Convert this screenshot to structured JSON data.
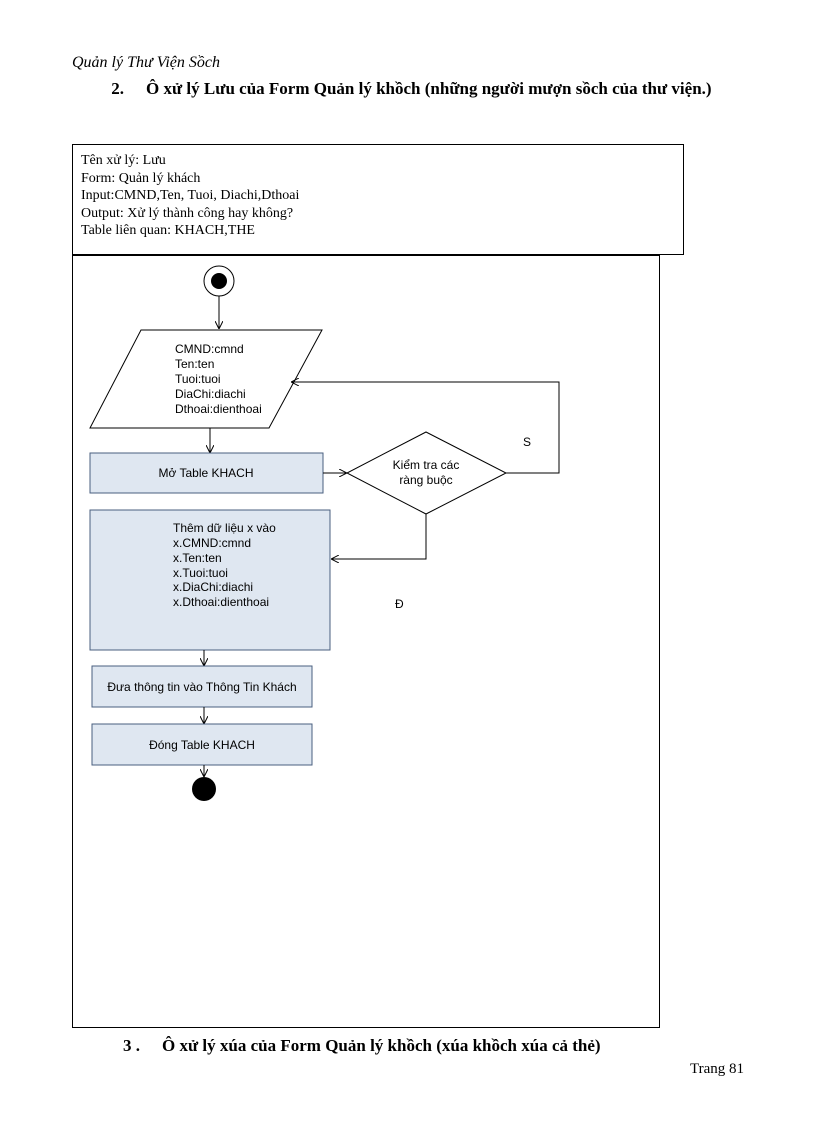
{
  "header": {
    "title": "Quản lý Thư Viện Sồch"
  },
  "section2": {
    "number": "2.",
    "title": "Ô xử lý Lưu của Form Quản lý khồch (những người mượn sồch của thư viện.)"
  },
  "info": {
    "line1": "Tên xử lý:  Lưu",
    "line2": "Form:  Quản lý  khách",
    "line3": "Input:CMND,Ten,  Tuoi,  Diachi,Dthoai",
    "line4": "Output:  Xử lý thành  công hay không?",
    "line5": "Table liên  quan:  KHACH,THE"
  },
  "flow": {
    "input_lines": [
      "CMND:cmnd",
      "Ten:ten",
      "Tuoi:tuoi",
      "DiaChi:diachi",
      "Dthoai:dienthoai"
    ],
    "open_table": "Mở Table KHACH",
    "check_line1": "Kiểm tra các",
    "check_line2": "ràng buộc",
    "label_s": "S",
    "label_d": "Đ",
    "insert_lines": [
      "Thêm dữ liệu x vào",
      "x.CMND:cmnd",
      "x.Ten:ten",
      "x.Tuoi:tuoi",
      "x.DiaChi:diachi",
      "x.Dthoai:dienthoai"
    ],
    "show_info": "Đưa thông tin vào Thông Tin Khách",
    "close_table": "Đóng Table KHACH",
    "colors": {
      "box_fill": "#dfe7f1",
      "box_stroke": "#4a5f7f",
      "line": "#000000"
    }
  },
  "section3": {
    "number": "3 .",
    "title": "Ô xử lý xúa của Form Quản lý khồch (xúa khồch xúa cả thẻ)"
  },
  "footer": {
    "page": "Trang 81"
  }
}
